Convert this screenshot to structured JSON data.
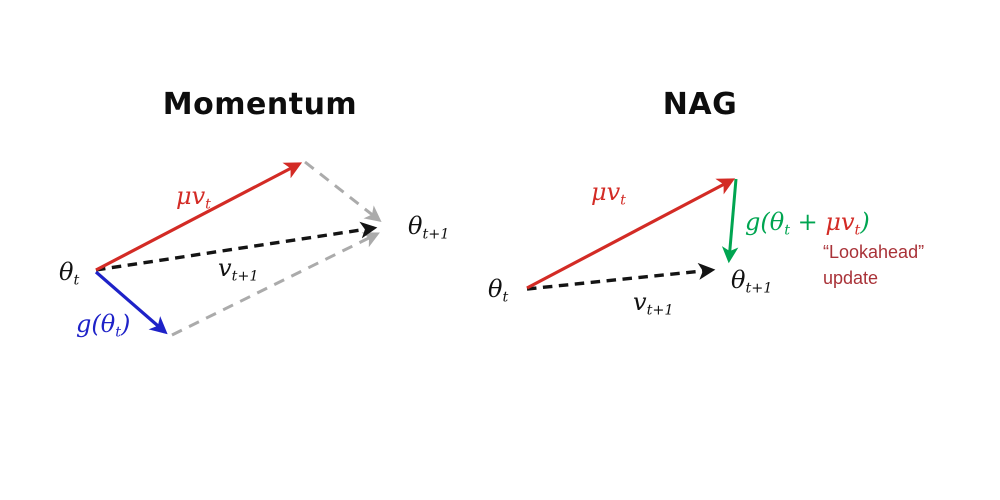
{
  "colors": {
    "red": "#d32b25",
    "blue": "#1e22c8",
    "green": "#00a551",
    "black": "#141414",
    "gray": "#ababab",
    "darkred": "#a93238"
  },
  "momentum": {
    "title": "Momentum",
    "theta_t": {
      "base": "θ",
      "sub": "t"
    },
    "mu_v": {
      "base": "μv",
      "sub": "t"
    },
    "v_next": {
      "base": "v",
      "sub": "t+1"
    },
    "theta_next": {
      "base": "θ",
      "sub": "t+1"
    },
    "gradient": {
      "pre": "g(θ",
      "sub": "t",
      "post": ")"
    }
  },
  "nag": {
    "title": "NAG",
    "theta_t": {
      "base": "θ",
      "sub": "t"
    },
    "mu_v": {
      "base": "μv",
      "sub": "t"
    },
    "v_next": {
      "base": "v",
      "sub": "t+1"
    },
    "theta_next": {
      "base": "θ",
      "sub": "t+1"
    },
    "gradient": {
      "pre": "g(θ",
      "sub1": "t",
      "plus": " + ",
      "mu": "μv",
      "sub2": "t",
      "post": ")"
    },
    "annotation": {
      "line1": "“Lookahead”",
      "line2": "update"
    }
  }
}
